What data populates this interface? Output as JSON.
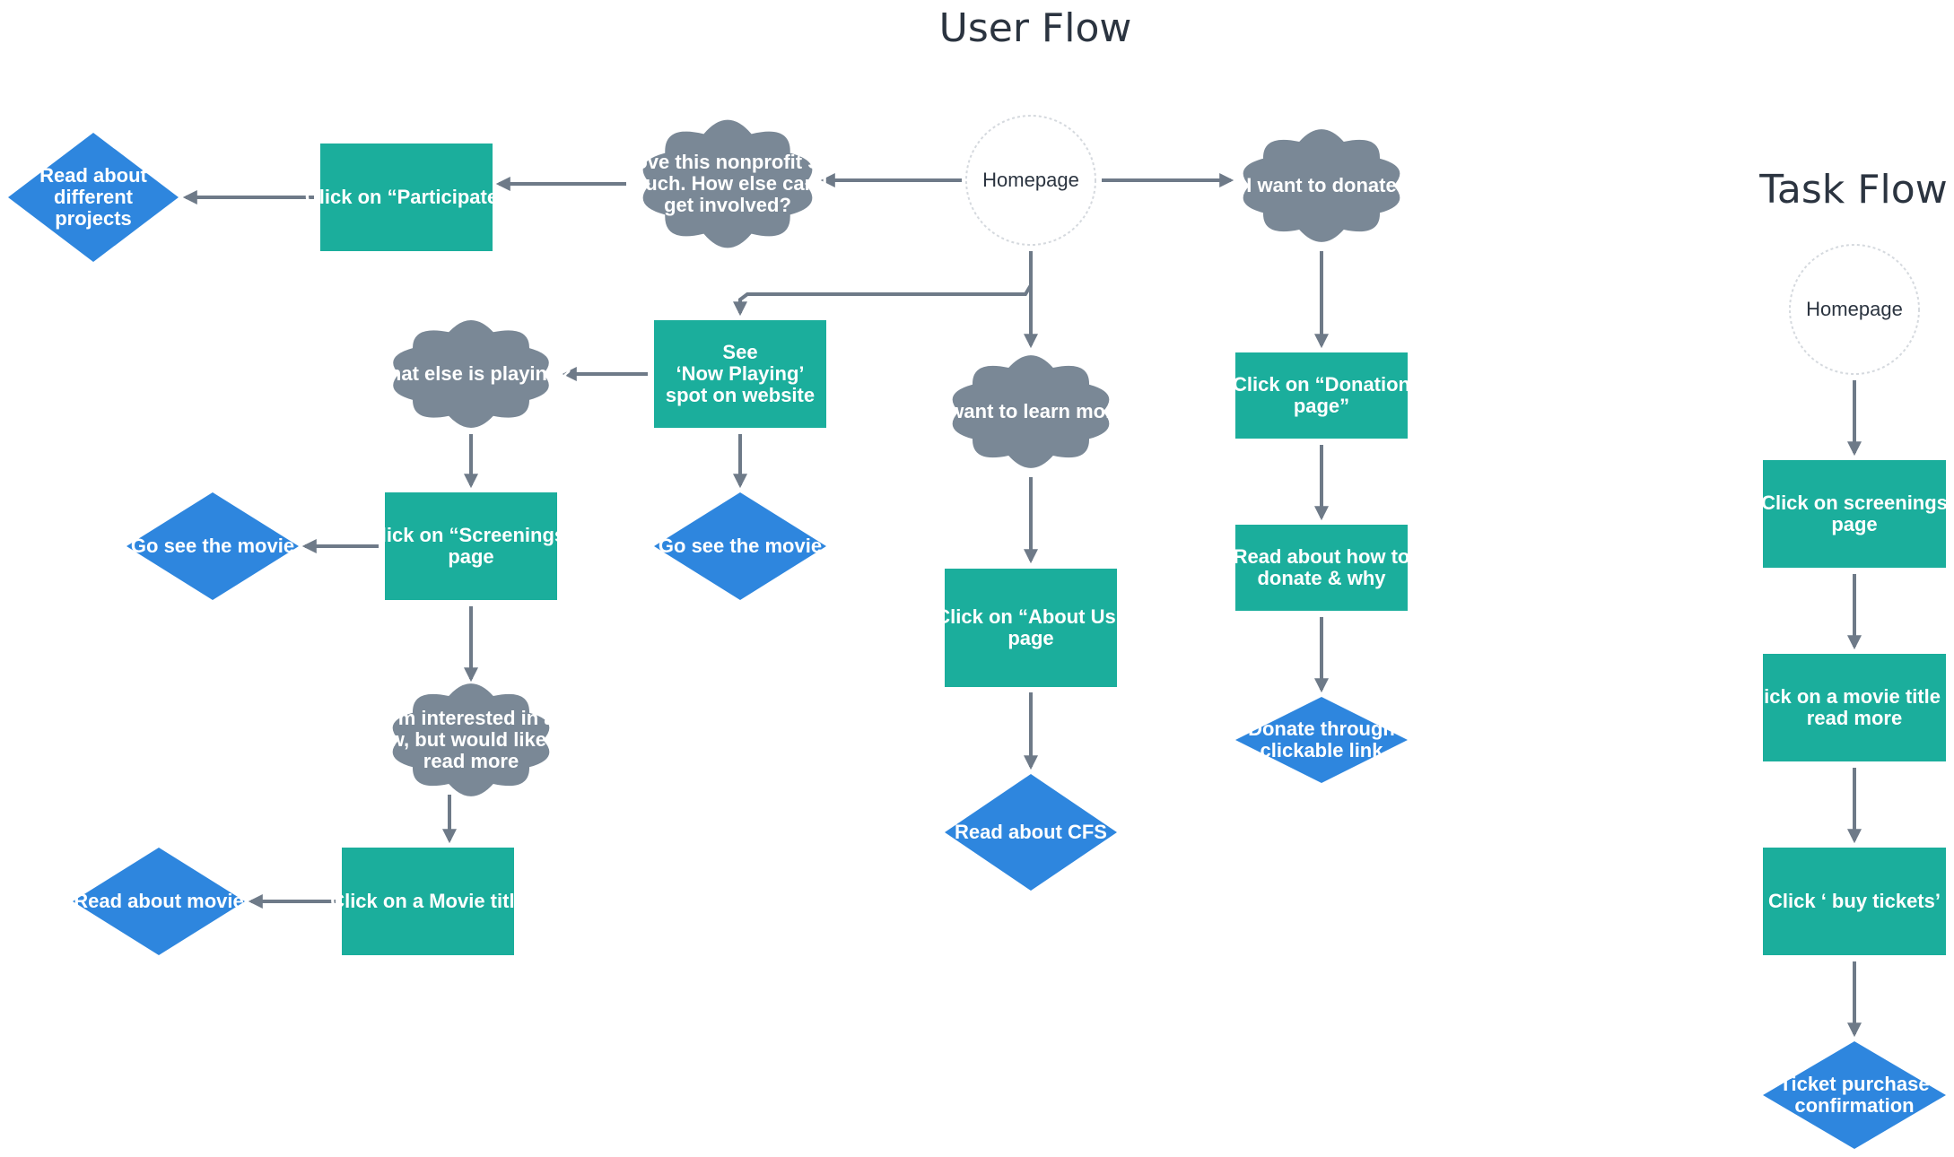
{
  "titles": {
    "user_flow": "User Flow",
    "task_flow": "Task Flow"
  },
  "colors": {
    "process": "#1bae9c",
    "decision": "#2e86de",
    "thought": "#7a8896",
    "start_stroke": "#d5d9de",
    "connector": "#6e7a88"
  },
  "nodes": [
    {
      "id": "uf_home",
      "shape": "start",
      "name": "start-homepage",
      "lines": [
        "Homepage"
      ]
    },
    {
      "id": "uf_love",
      "shape": "thought",
      "name": "thought-involvement",
      "lines": [
        "I love this nonprofit SO",
        "much. How else can I",
        "get involved?"
      ]
    },
    {
      "id": "uf_participate",
      "shape": "process",
      "name": "step-click-participate",
      "lines": [
        "Click on “Participate”"
      ]
    },
    {
      "id": "uf_projects",
      "shape": "decision",
      "name": "outcome-read-projects",
      "lines": [
        "Read about",
        "different",
        "projects"
      ]
    },
    {
      "id": "uf_donate_want",
      "shape": "thought",
      "name": "thought-donate",
      "lines": [
        "I want to donate"
      ]
    },
    {
      "id": "uf_donation_page",
      "shape": "process",
      "name": "step-click-donation-page",
      "lines": [
        "Click on “Donation",
        "page”"
      ]
    },
    {
      "id": "uf_read_donate",
      "shape": "process",
      "name": "step-read-how-to-donate",
      "lines": [
        "Read about how to",
        "donate & why"
      ]
    },
    {
      "id": "uf_donate_link",
      "shape": "decision",
      "name": "outcome-donate-link",
      "lines": [
        "Donate through",
        "clickable link"
      ]
    },
    {
      "id": "uf_learn",
      "shape": "thought",
      "name": "thought-learn-more",
      "lines": [
        "I want to learn more"
      ]
    },
    {
      "id": "uf_about",
      "shape": "process",
      "name": "step-click-about-us",
      "lines": [
        "Click on “About Us”",
        "page"
      ]
    },
    {
      "id": "uf_cfs",
      "shape": "decision",
      "name": "outcome-read-cfs",
      "lines": [
        "Read about CFS"
      ]
    },
    {
      "id": "uf_now_playing",
      "shape": "process",
      "name": "step-see-now-playing",
      "lines": [
        "See",
        "‘Now Playing’",
        "spot on website"
      ]
    },
    {
      "id": "uf_go_movie_1",
      "shape": "decision",
      "name": "outcome-go-see-movie",
      "lines": [
        "Go see the movie"
      ]
    },
    {
      "id": "uf_what_else",
      "shape": "thought",
      "name": "thought-what-else-playing",
      "lines": [
        "What else is playing?"
      ]
    },
    {
      "id": "uf_screenings",
      "shape": "process",
      "name": "step-click-screenings",
      "lines": [
        "Click on “Screenings”",
        "page"
      ]
    },
    {
      "id": "uf_go_movie_2",
      "shape": "decision",
      "name": "outcome-go-see-movie-2",
      "lines": [
        "Go see the movie"
      ]
    },
    {
      "id": "uf_interested",
      "shape": "thought",
      "name": "thought-interested",
      "lines": [
        "I’m interested in a",
        "few, but would like to",
        "read more"
      ]
    },
    {
      "id": "uf_movie_title",
      "shape": "process",
      "name": "step-click-movie-title",
      "lines": [
        "Click on a Movie title"
      ]
    },
    {
      "id": "uf_read_movie",
      "shape": "decision",
      "name": "outcome-read-about-movie",
      "lines": [
        "Read about movie"
      ]
    },
    {
      "id": "tf_home",
      "shape": "start",
      "name": "task-start-homepage",
      "lines": [
        "Homepage"
      ]
    },
    {
      "id": "tf_screenings",
      "shape": "process",
      "name": "task-step-screenings",
      "lines": [
        "Click on screenings",
        "page"
      ]
    },
    {
      "id": "tf_movie_title",
      "shape": "process",
      "name": "task-step-movie-title",
      "lines": [
        "Click on a movie title to",
        "read more"
      ]
    },
    {
      "id": "tf_buy",
      "shape": "process",
      "name": "task-step-buy-tickets",
      "lines": [
        "Click ‘ buy tickets’"
      ]
    },
    {
      "id": "tf_confirm",
      "shape": "decision",
      "name": "task-outcome-confirmation",
      "lines": [
        "Ticket purchase",
        "confirmation"
      ]
    }
  ]
}
